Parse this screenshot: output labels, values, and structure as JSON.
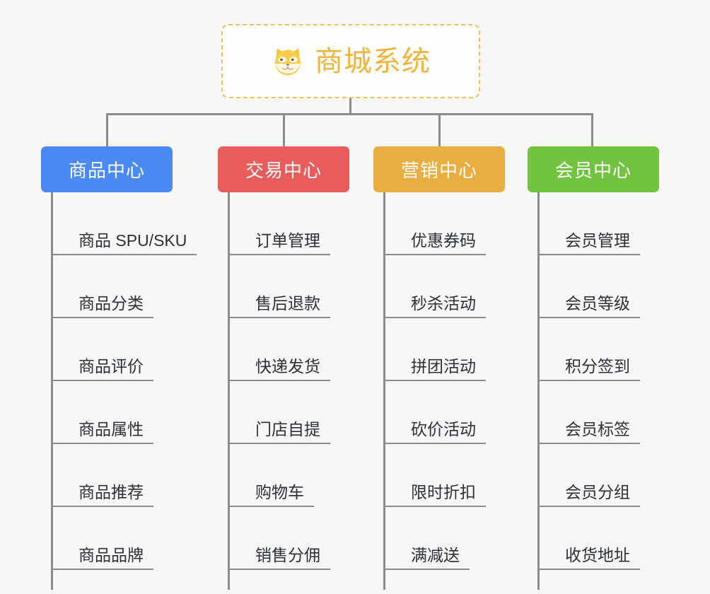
{
  "page": {
    "background_color": "#f7f7f7",
    "line_color": "#8c8c8c",
    "leaf_text_color": "#2c3038"
  },
  "root": {
    "title": "商城系统",
    "icon": "shiba-dog-face-icon",
    "text_color": "#efb53f",
    "border_color": "#f0c063",
    "background_color": "#fdfdfc"
  },
  "branches": [
    {
      "label": "商品中心",
      "color": "#4a8af4",
      "items": [
        "商品 SPU/SKU",
        "商品分类",
        "商品评价",
        "商品属性",
        "商品推荐",
        "商品品牌"
      ]
    },
    {
      "label": "交易中心",
      "color": "#e85c5c",
      "items": [
        "订单管理",
        "售后退款",
        "快递发货",
        "门店自提",
        "购物车",
        "销售分佣"
      ]
    },
    {
      "label": "营销中心",
      "color": "#eaad40",
      "items": [
        "优惠券码",
        "秒杀活动",
        "拼团活动",
        "砍价活动",
        "限时折扣",
        "满减送"
      ]
    },
    {
      "label": "会员中心",
      "color": "#72c340",
      "items": [
        "会员管理",
        "会员等级",
        "积分签到",
        "会员标签",
        "会员分组",
        "收货地址"
      ]
    }
  ]
}
